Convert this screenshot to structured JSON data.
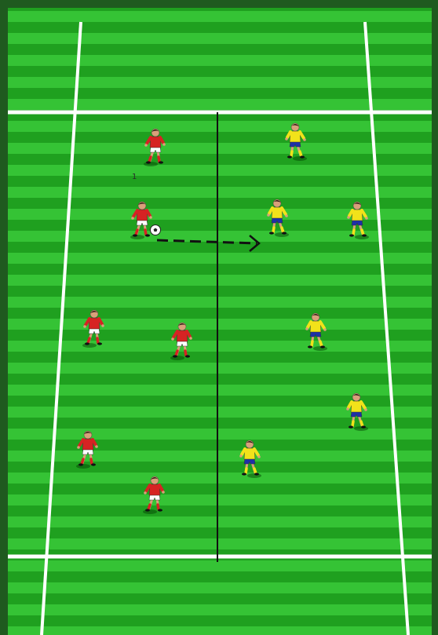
{
  "diagram": {
    "ball_carrier_label": "1",
    "colors": {
      "grass_dark": "#1fa01f",
      "grass_light": "#35c335",
      "frame": "#1f5a1f",
      "line_white": "#ffffff",
      "halfway_line": "#111111",
      "arrow": "#111111"
    },
    "teams": [
      {
        "name": "red-team",
        "shirt": "#d62323",
        "shorts": "#ffffff",
        "socks": "#d62323",
        "skin": "#d9a07a",
        "hair": "#2a1a12"
      },
      {
        "name": "yellow-team",
        "shirt": "#f2e21a",
        "shorts": "#1e2fa8",
        "socks": "#f2e21a",
        "skin": "#d9a07a",
        "hair": "#2a1a12"
      }
    ],
    "icons": [
      "soccer-ball-icon",
      "player-icon",
      "pass-arrow-icon"
    ]
  }
}
